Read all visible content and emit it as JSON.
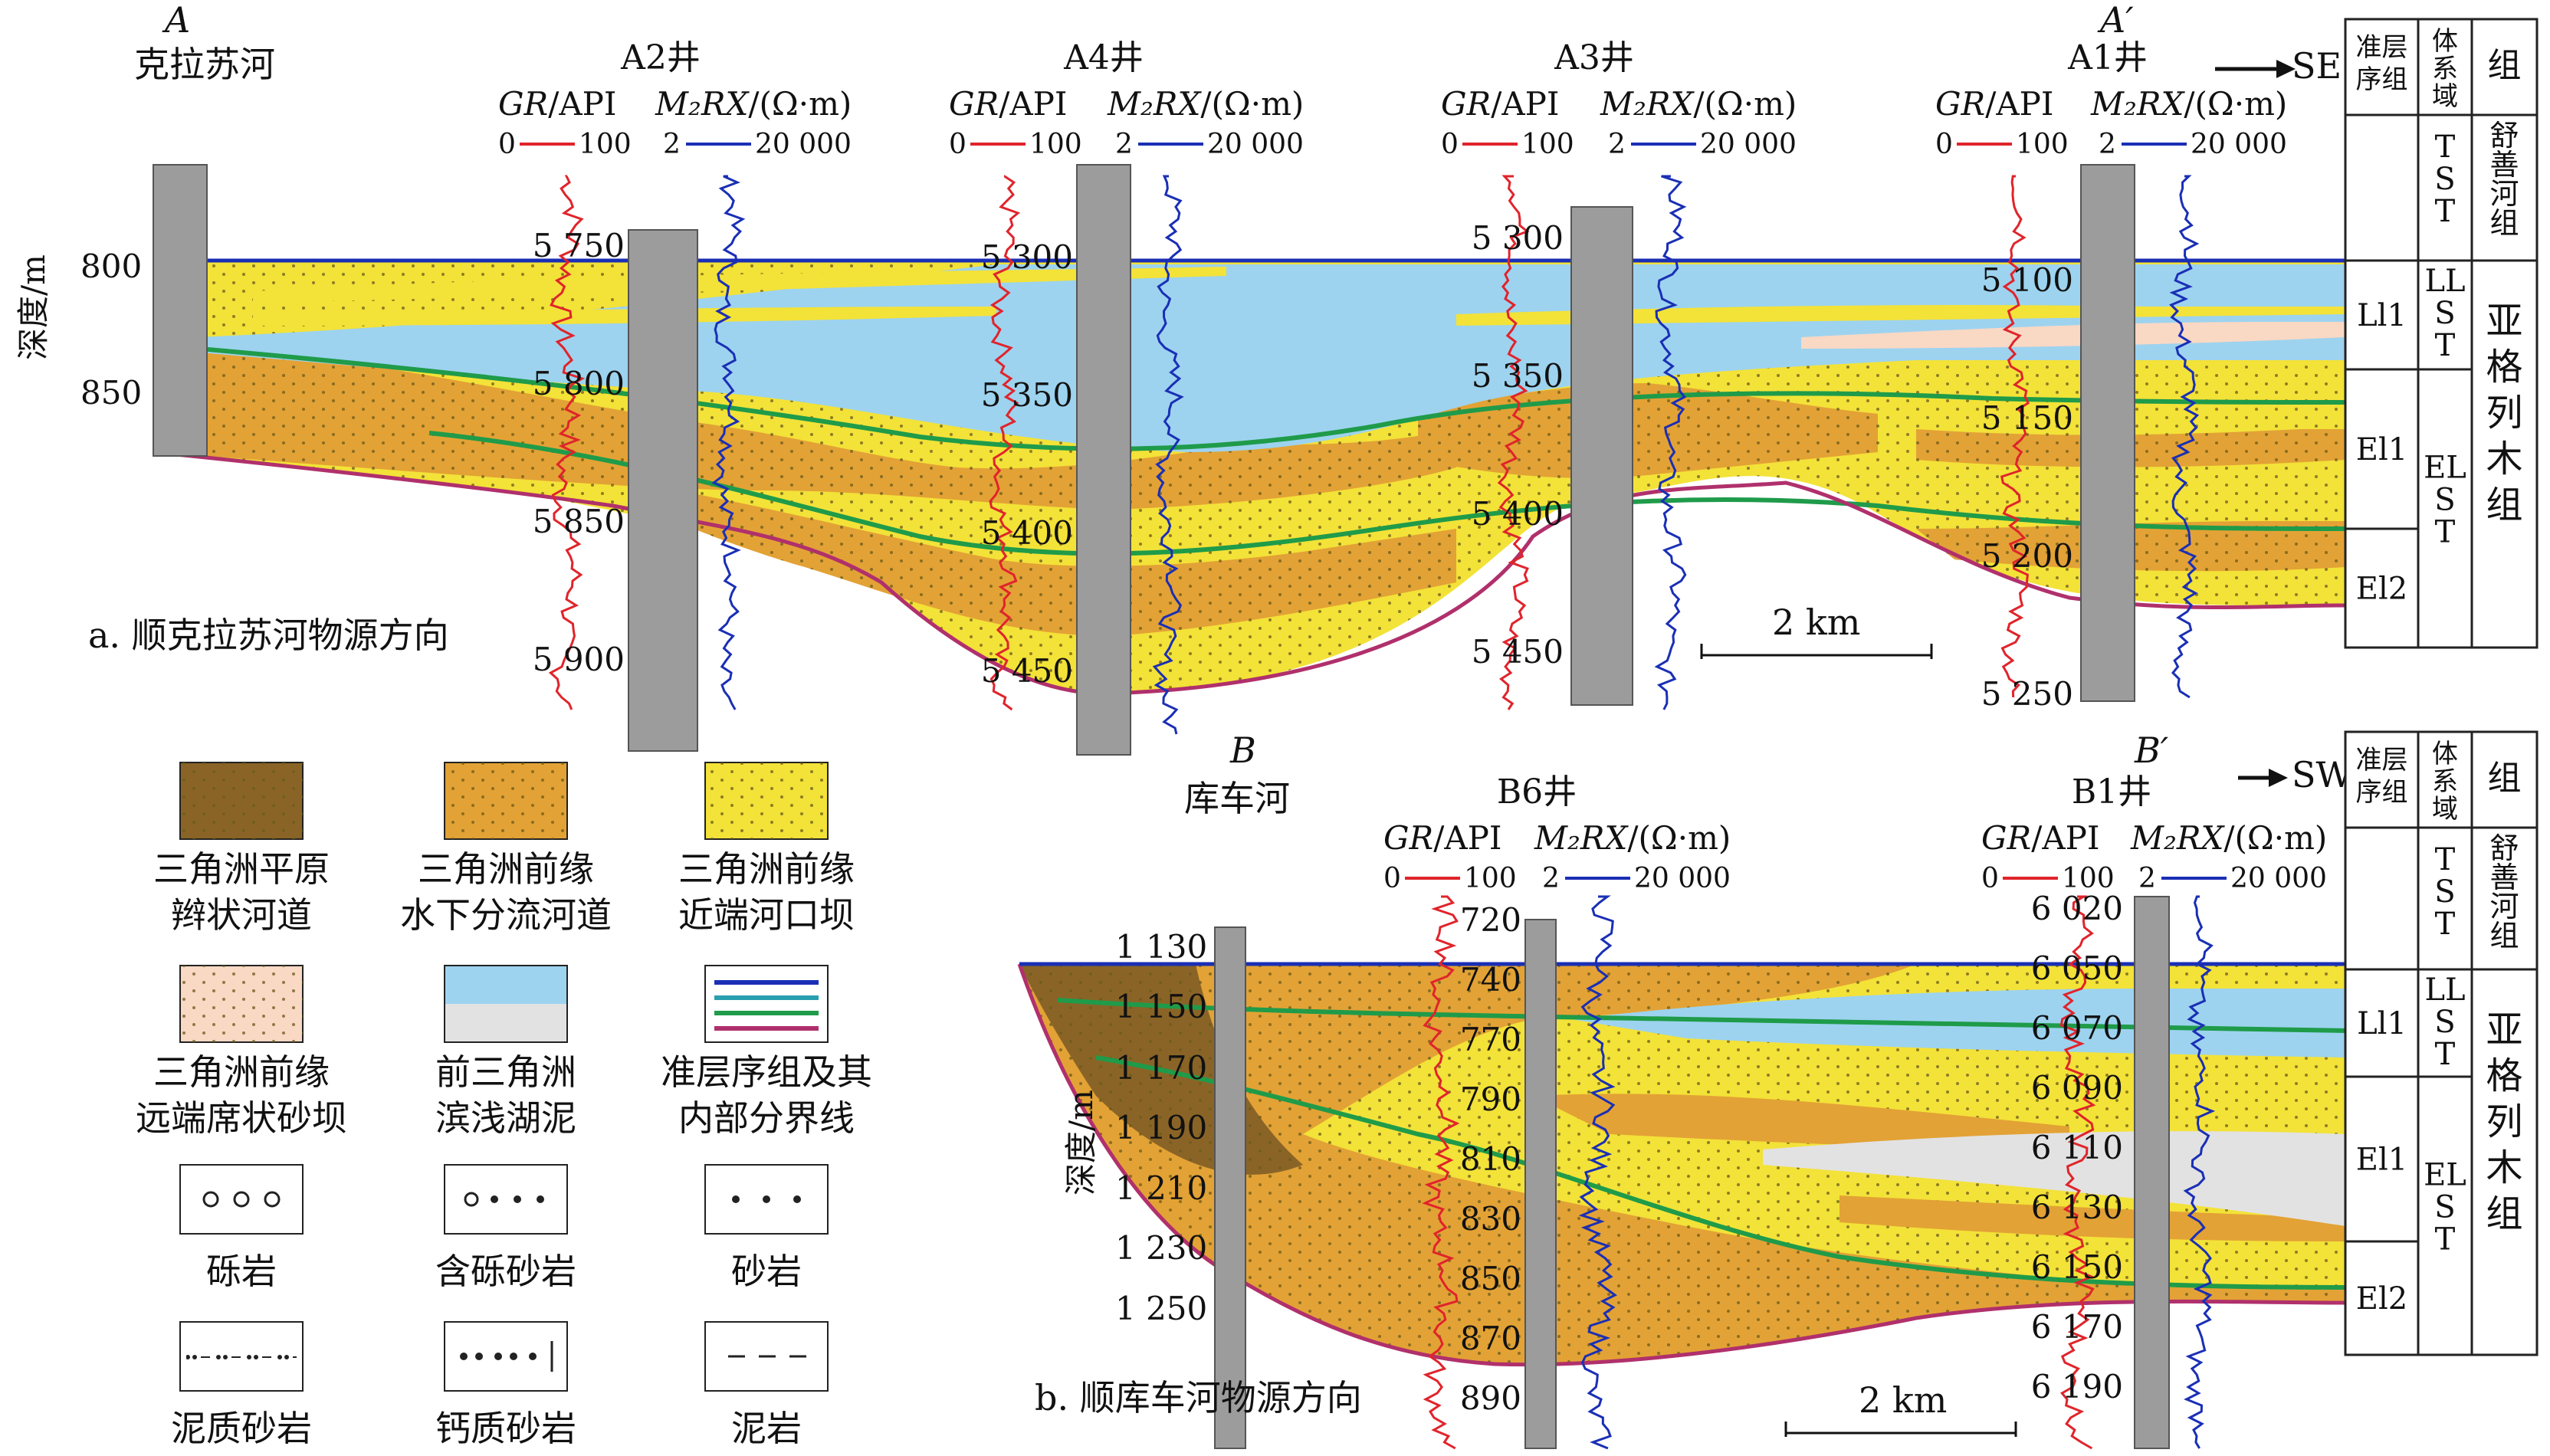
{
  "colors": {
    "plain": "#8a6427",
    "front": "#e3a235",
    "mouth": "#f3e238",
    "sheet": "#f9d8c4",
    "mud_top": "#9dd3ef",
    "mud_bottom": "#e2e2e2",
    "green_line": "#1f9b4a",
    "gr_curve": "#e0242b",
    "res_curve": "#1a2fb5",
    "boundary": "#b0306c",
    "well_column": "#9c9c9c"
  },
  "section_a": {
    "start_label_letter": "A",
    "start_label_place": "克拉苏河",
    "end_label": "A′",
    "direction": "SE",
    "caption": "a. 顺克拉苏河物源方向",
    "depth_axis_label": "深度/m",
    "depth_ticks": [
      "800",
      "850"
    ],
    "scale_bar": "2 km",
    "wells": [
      {
        "name": "A2井",
        "gr_label": "GR",
        "gr_unit": "/API",
        "res_label": "M₂RX",
        "res_unit": "/(Ω·m)",
        "gr_min": "0",
        "gr_max": "100",
        "res_min": "2",
        "res_max": "20 000",
        "depths": [
          "5 750",
          "5 800",
          "5 850",
          "5 900"
        ]
      },
      {
        "name": "A4井",
        "gr_label": "GR",
        "gr_unit": "/API",
        "res_label": "M₂RX",
        "res_unit": "/(Ω·m)",
        "gr_min": "0",
        "gr_max": "100",
        "res_min": "2",
        "res_max": "20 000",
        "depths": [
          "5 300",
          "5 350",
          "5 400",
          "5 450"
        ]
      },
      {
        "name": "A3井",
        "gr_label": "GR",
        "gr_unit": "/API",
        "res_label": "M₂RX",
        "res_unit": "/(Ω·m)",
        "gr_min": "0",
        "gr_max": "100",
        "res_min": "2",
        "res_max": "20 000",
        "depths": [
          "5 300",
          "5 350",
          "5 400",
          "5 450"
        ]
      },
      {
        "name": "A1井",
        "gr_label": "GR",
        "gr_unit": "/API",
        "res_label": "M₂RX",
        "res_unit": "/(Ω·m)",
        "gr_min": "0",
        "gr_max": "100",
        "res_min": "2",
        "res_max": "20 000",
        "depths": [
          "5 100",
          "5 150",
          "5 200",
          "5 250"
        ]
      }
    ]
  },
  "section_b": {
    "start_label_letter": "B",
    "start_label_place": "库车河",
    "end_label": "B′",
    "direction": "SW",
    "caption": "b. 顺库车河物源方向",
    "depth_axis_label": "深度/m",
    "depth_ticks": [
      "1 130",
      "1 150",
      "1 170",
      "1 190",
      "1 210",
      "1 230",
      "1 250"
    ],
    "scale_bar": "2 km",
    "wells": [
      {
        "name": "B6井",
        "gr_label": "GR",
        "gr_unit": "/API",
        "res_label": "M₂RX",
        "res_unit": "/(Ω·m)",
        "gr_min": "0",
        "gr_max": "100",
        "res_min": "2",
        "res_max": "20 000",
        "depths": [
          "720",
          "740",
          "770",
          "790",
          "810",
          "830",
          "850",
          "870",
          "890"
        ]
      },
      {
        "name": "B1井",
        "gr_label": "GR",
        "gr_unit": "/API",
        "res_label": "M₂RX",
        "res_unit": "/(Ω·m)",
        "gr_min": "0",
        "gr_max": "100",
        "res_min": "2",
        "res_max": "20 000",
        "depths": [
          "6 020",
          "6 050",
          "6 070",
          "6 090",
          "6 110",
          "6 130",
          "6 150",
          "6 170",
          "6 190"
        ]
      }
    ]
  },
  "strat_table": {
    "headers": [
      "准层序组",
      "体系域",
      "组"
    ],
    "tst": "TST",
    "llst": "LLST",
    "elst": "ELST",
    "l11": "Ll1",
    "el1": "El1",
    "el2": "El2",
    "formation_upper": "舒善河组",
    "formation_lower": "亚格列木组"
  },
  "legend": [
    {
      "line1": "三角洲平原",
      "line2": "辫状河道",
      "symbol": "fill-plain"
    },
    {
      "line1": "三角洲前缘",
      "line2": "水下分流河道",
      "symbol": "fill-front"
    },
    {
      "line1": "三角洲前缘",
      "line2": "近端河口坝",
      "symbol": "fill-mouth"
    },
    {
      "line1": "三角洲前缘",
      "line2": "远端席状砂坝",
      "symbol": "fill-sheet"
    },
    {
      "line1": "前三角洲",
      "line2": "滨浅湖泥",
      "symbol": "fill-mud"
    },
    {
      "line1": "准层序组及其",
      "line2": "内部分界线",
      "symbol": "lines"
    },
    {
      "line1": "砾岩",
      "line2": "",
      "symbol": "conglomerate"
    },
    {
      "line1": "含砾砂岩",
      "line2": "",
      "symbol": "pebbly-sandstone"
    },
    {
      "line1": "砂岩",
      "line2": "",
      "symbol": "sandstone"
    },
    {
      "line1": "泥质砂岩",
      "line2": "",
      "symbol": "muddy-sandstone"
    },
    {
      "line1": "钙质砂岩",
      "line2": "",
      "symbol": "calcareous-sandstone"
    },
    {
      "line1": "泥岩",
      "line2": "",
      "symbol": "mudstone"
    }
  ]
}
